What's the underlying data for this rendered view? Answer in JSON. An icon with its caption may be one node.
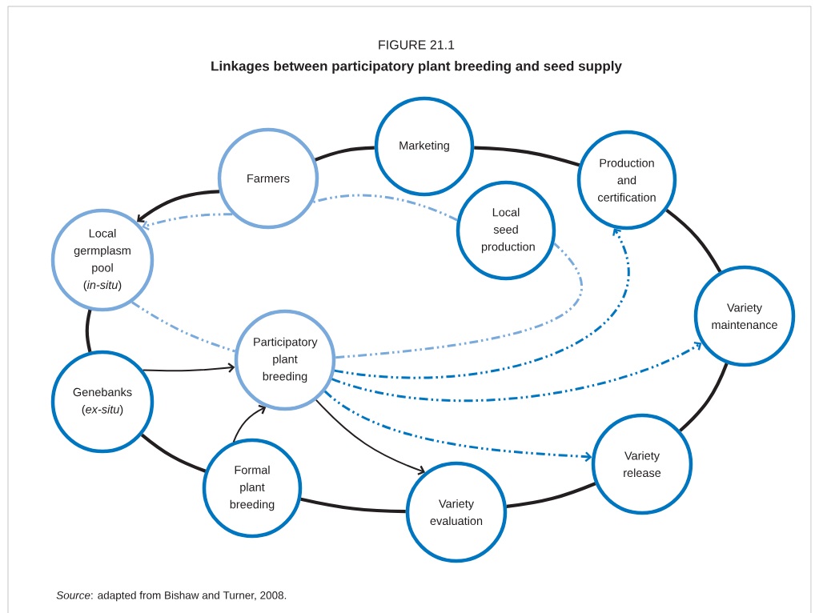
{
  "diagram": {
    "title": "Linkages between participatory plant breeding and seed supply",
    "caption": "*Source*: adapted from Bishaw and Turner, 2008.",
    "labels": [
      "FIGURE 21.1"
    ],
    "nodes": [
      {
        "text": [
          "Marketing"
        ]
      },
      {
        "text": [
          "Farmers"
        ]
      },
      {
        "text": [
          "Production and certification"
        ]
      },
      {
        "text": [
          "Local seed production"
        ]
      },
      {
        "text": [
          "Local germplasm pool (*in-situ*)"
        ]
      },
      {
        "text": [
          "Variety maintenance"
        ]
      },
      {
        "text": [
          "Participatory plant breeding"
        ]
      },
      {
        "text": [
          "Genebanks (*ex-situ*)"
        ]
      },
      {
        "text": [
          "Formal plant breeding"
        ]
      },
      {
        "text": [
          "Variety release"
        ]
      },
      {
        "text": [
          "Variety evaluation"
        ]
      }
    ],
    "edges": [
      {
        "from": 1,
        "to": 0,
        "arrow": "none"
      },
      {
        "from": 0,
        "to": 2,
        "arrow": "none"
      },
      {
        "from": 2,
        "to": 5,
        "arrow": "none"
      },
      {
        "from": 5,
        "to": 9,
        "arrow": "none"
      },
      {
        "from": 9,
        "to": 10,
        "arrow": "none"
      },
      {
        "from": 10,
        "to": 8,
        "arrow": "none"
      },
      {
        "from": 8,
        "to": 7,
        "arrow": "none"
      },
      {
        "from": 7,
        "to": 4,
        "arrow": "none"
      },
      {
        "from": 1,
        "to": 4,
        "arrow": "to"
      },
      {
        "from": 7,
        "to": 6,
        "arrow": "to"
      },
      {
        "from": 8,
        "to": 6,
        "arrow": "to"
      },
      {
        "from": 6,
        "to": 10,
        "arrow": "to"
      },
      {
        "from": 3,
        "to": 1,
        "arrow": "none",
        "style": "dashed",
        "color": "#7aaadc"
      },
      {
        "from": 1,
        "to": 4,
        "arrow": "to",
        "style": "dashed",
        "color": "#7aaadc"
      },
      {
        "from": 4,
        "to": 6,
        "arrow": "none",
        "style": "dashed",
        "color": "#7aaadc"
      },
      {
        "from": 6,
        "to": 3,
        "arrow": "none",
        "style": "dashed",
        "color": "#7aaadc"
      },
      {
        "from": 6,
        "to": 2,
        "arrow": "to",
        "style": "dashed",
        "color": "#0076c0"
      },
      {
        "from": 6,
        "to": 5,
        "arrow": "to",
        "style": "dashed",
        "color": "#0076c0"
      },
      {
        "from": 6,
        "to": 9,
        "arrow": "to",
        "style": "dashed",
        "color": "#0076c0"
      }
    ]
  }
}
